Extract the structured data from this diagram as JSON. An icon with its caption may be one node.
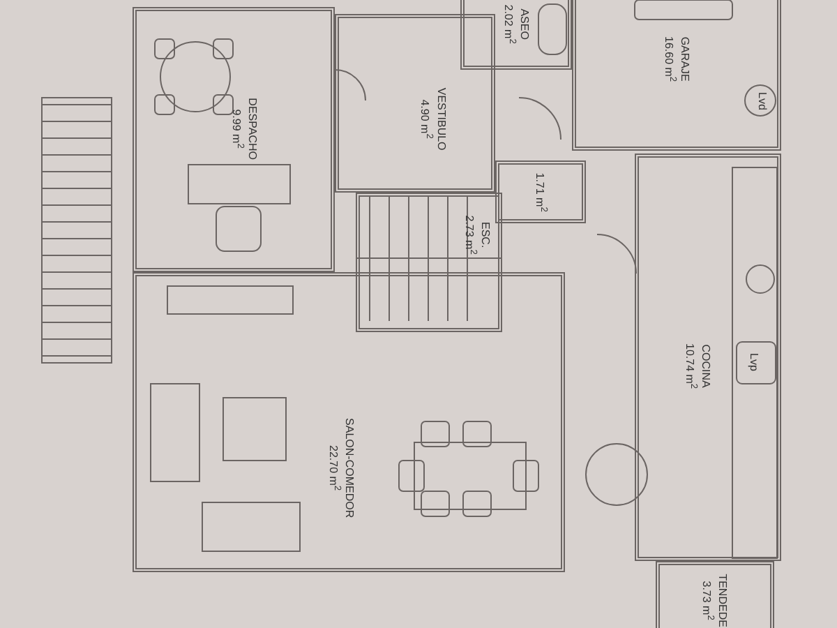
{
  "diagram": {
    "nodes": [
      {
        "text": [
          "ASEO",
          "2.02 m$^{2}$"
        ]
      },
      {
        "text": [
          "GARAJE",
          "16.60 m$^{2}$"
        ]
      },
      {
        "text": [
          "DESPACHO",
          "9.99 m$^{2}$"
        ]
      },
      {
        "text": [
          "VESTIBULO",
          "4.90 m$^{2}$"
        ]
      },
      {
        "text": [
          "1.71 m$^{2}$"
        ]
      },
      {
        "text": [
          "ESC.",
          "2.73 m$^{2}$"
        ]
      },
      {
        "text": [
          "COCINA",
          "10.74 m$^{2}$"
        ]
      },
      {
        "text": [
          "SALON-COMEDOR",
          "22.70 m$^{2}$"
        ]
      },
      {
        "text": [
          "TENDEDE",
          "3.73 m$^{2}$"
        ]
      }
    ],
    "labels": [
      "Lvd",
      "Lvp"
    ]
  }
}
